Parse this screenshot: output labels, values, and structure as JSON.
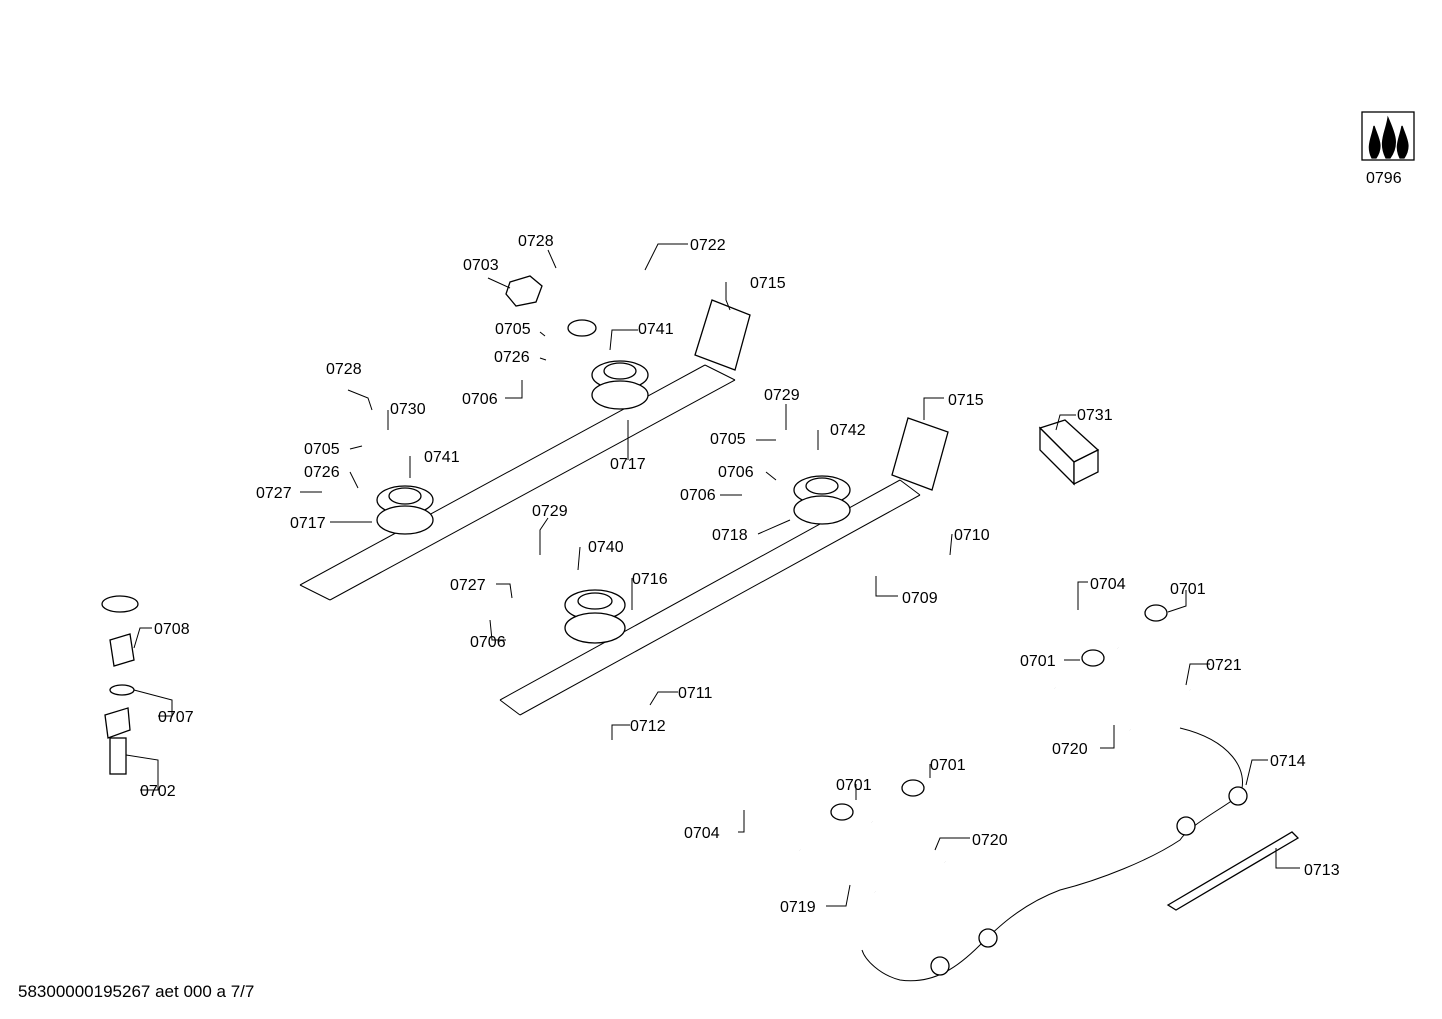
{
  "footer": "58300000195267 aet 000 a 7/7",
  "labels": [
    "0796",
    "0722",
    "0728",
    "0703",
    "0715",
    "0705",
    "0741",
    "0726",
    "0706",
    "0728",
    "0730",
    "0729",
    "0715",
    "0731",
    "0705",
    "0742",
    "0741",
    "0705",
    "0717",
    "0726",
    "0706",
    "0727",
    "0706",
    "0717",
    "0718",
    "0729",
    "0710",
    "0740",
    "0716",
    "0727",
    "0709",
    "0706",
    "0704",
    "0701",
    "0708",
    "0701",
    "0721",
    "0707",
    "0711",
    "0720",
    "0712",
    "0702",
    "0714",
    "0701",
    "0701",
    "0704",
    "0720",
    "0713",
    "0719"
  ]
}
